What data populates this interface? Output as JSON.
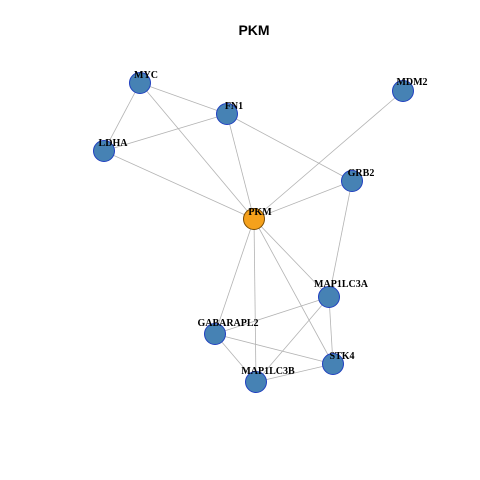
{
  "title": "PKM",
  "colors": {
    "node_fill": "#4682b4",
    "node_stroke": "#1f3fbf",
    "hub_fill": "#f5a11c",
    "hub_stroke": "#7a4a00",
    "edge": "#b3b3b3"
  },
  "nodes": [
    {
      "id": "PKM",
      "label": "PKM",
      "hub": true
    },
    {
      "id": "MYC",
      "label": "MYC"
    },
    {
      "id": "FN1",
      "label": "FN1"
    },
    {
      "id": "LDHA",
      "label": "LDHA"
    },
    {
      "id": "MDM2",
      "label": "MDM2"
    },
    {
      "id": "GRB2",
      "label": "GRB2"
    },
    {
      "id": "MAP1LC3A",
      "label": "MAP1LC3A"
    },
    {
      "id": "GABARAPL2",
      "label": "GABARAPL2"
    },
    {
      "id": "STK4",
      "label": "STK4"
    },
    {
      "id": "MAP1LC3B",
      "label": "MAP1LC3B"
    }
  ],
  "edges": [
    [
      "MYC",
      "FN1"
    ],
    [
      "MYC",
      "LDHA"
    ],
    [
      "MYC",
      "PKM"
    ],
    [
      "FN1",
      "LDHA"
    ],
    [
      "FN1",
      "PKM"
    ],
    [
      "FN1",
      "GRB2"
    ],
    [
      "LDHA",
      "PKM"
    ],
    [
      "MDM2",
      "PKM"
    ],
    [
      "GRB2",
      "PKM"
    ],
    [
      "GRB2",
      "MAP1LC3A"
    ],
    [
      "PKM",
      "MAP1LC3A"
    ],
    [
      "PKM",
      "GABARAPL2"
    ],
    [
      "PKM",
      "MAP1LC3B"
    ],
    [
      "PKM",
      "STK4"
    ],
    [
      "MAP1LC3A",
      "GABARAPL2"
    ],
    [
      "MAP1LC3A",
      "STK4"
    ],
    [
      "MAP1LC3A",
      "MAP1LC3B"
    ],
    [
      "GABARAPL2",
      "STK4"
    ],
    [
      "GABARAPL2",
      "MAP1LC3B"
    ],
    [
      "STK4",
      "MAP1LC3B"
    ]
  ]
}
